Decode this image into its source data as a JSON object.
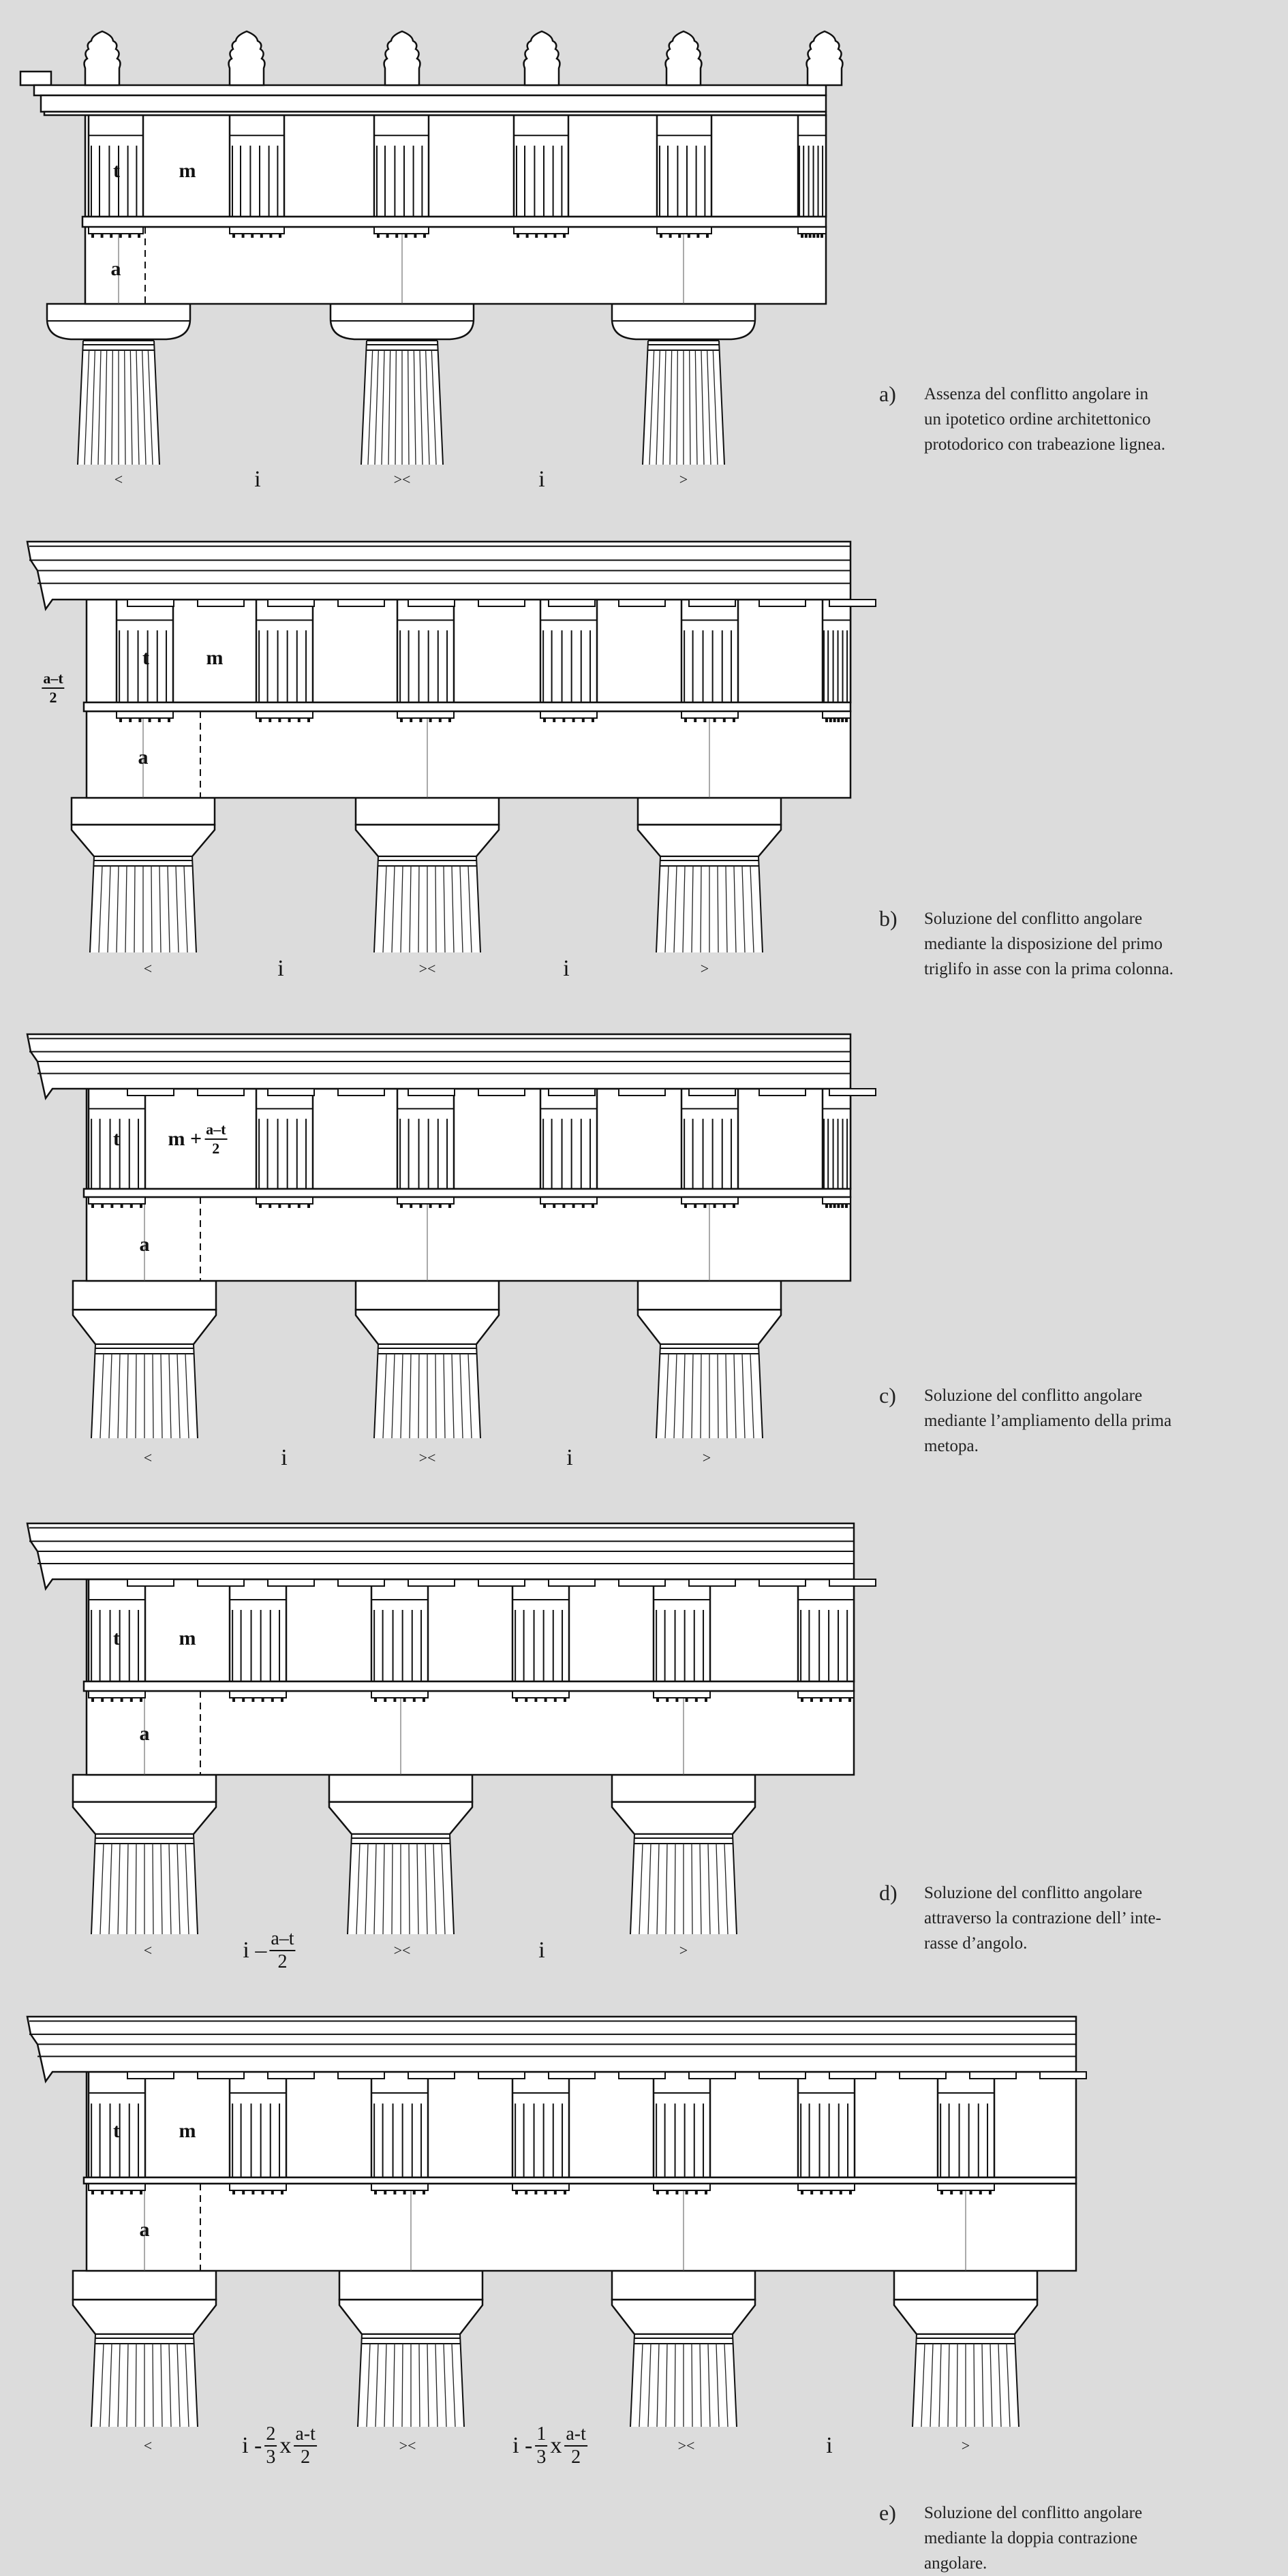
{
  "colors": {
    "background": "#dcdcdc",
    "ink": "#111111",
    "paper": "#ffffff"
  },
  "panels": [
    {
      "id": "a",
      "dims": {
        "t": "t",
        "m": "m",
        "a": "a"
      },
      "axis_labels": [
        "<",
        "i",
        "><",
        "i",
        ">"
      ],
      "caption": {
        "key": "a)",
        "lines": [
          "Assenza  del conflitto angolare  in",
          "un ipotetico ordine  architettonico",
          "protodorico con trabeazione lignea."
        ]
      }
    },
    {
      "id": "b",
      "dims": {
        "t": "t",
        "m": "m",
        "a": "a",
        "corner": {
          "num": "a–t",
          "den": "2"
        }
      },
      "axis_labels": [
        "<",
        "i",
        "><",
        "i",
        ">"
      ],
      "caption": {
        "key": "b)",
        "lines": [
          "Soluzione  del  conflitto  angolare",
          "mediante la disposizione del  primo",
          "triglifo in asse con la prima colonna."
        ]
      }
    },
    {
      "id": "c",
      "dims": {
        "t": "t",
        "m": "m +",
        "m_frac": {
          "num": "a–t",
          "den": "2"
        },
        "a": "a"
      },
      "axis_labels": [
        "<",
        "i",
        "><",
        "i",
        ">"
      ],
      "caption": {
        "key": "c)",
        "lines": [
          "Soluzione   del   conflitto  angolare",
          "mediante l’ampliamento della prima",
          "metopa."
        ]
      }
    },
    {
      "id": "d",
      "dims": {
        "t": "t",
        "m": "m",
        "a": "a"
      },
      "axis_labels": [
        "<",
        {
          "pre": "i –",
          "frac": {
            "num": "a–t",
            "den": "2"
          }
        },
        "><",
        "i",
        ">"
      ],
      "caption": {
        "key": "d)",
        "lines": [
          "Soluzione  del  conflitto  angolare",
          "attraverso la contrazione dell’ inte-",
          "rasse d’angolo."
        ]
      }
    },
    {
      "id": "e",
      "dims": {
        "t": "t",
        "m": "m",
        "a": "a"
      },
      "axis_labels": [
        "<",
        {
          "pre": "i -",
          "frac": {
            "num": "2",
            "den": "3"
          },
          "mid": "x",
          "frac2": {
            "num": "a-t",
            "den": "2"
          }
        },
        "><",
        {
          "pre": "i -",
          "frac": {
            "num": "1",
            "den": "3"
          },
          "mid": "x",
          "frac2": {
            "num": "a-t",
            "den": "2"
          }
        },
        "><",
        "i",
        ">"
      ],
      "caption": {
        "key": "e)",
        "lines": [
          "Soluzione del conflitto angolare",
          "mediante la doppia  contrazione",
          "angolare."
        ]
      }
    }
  ]
}
